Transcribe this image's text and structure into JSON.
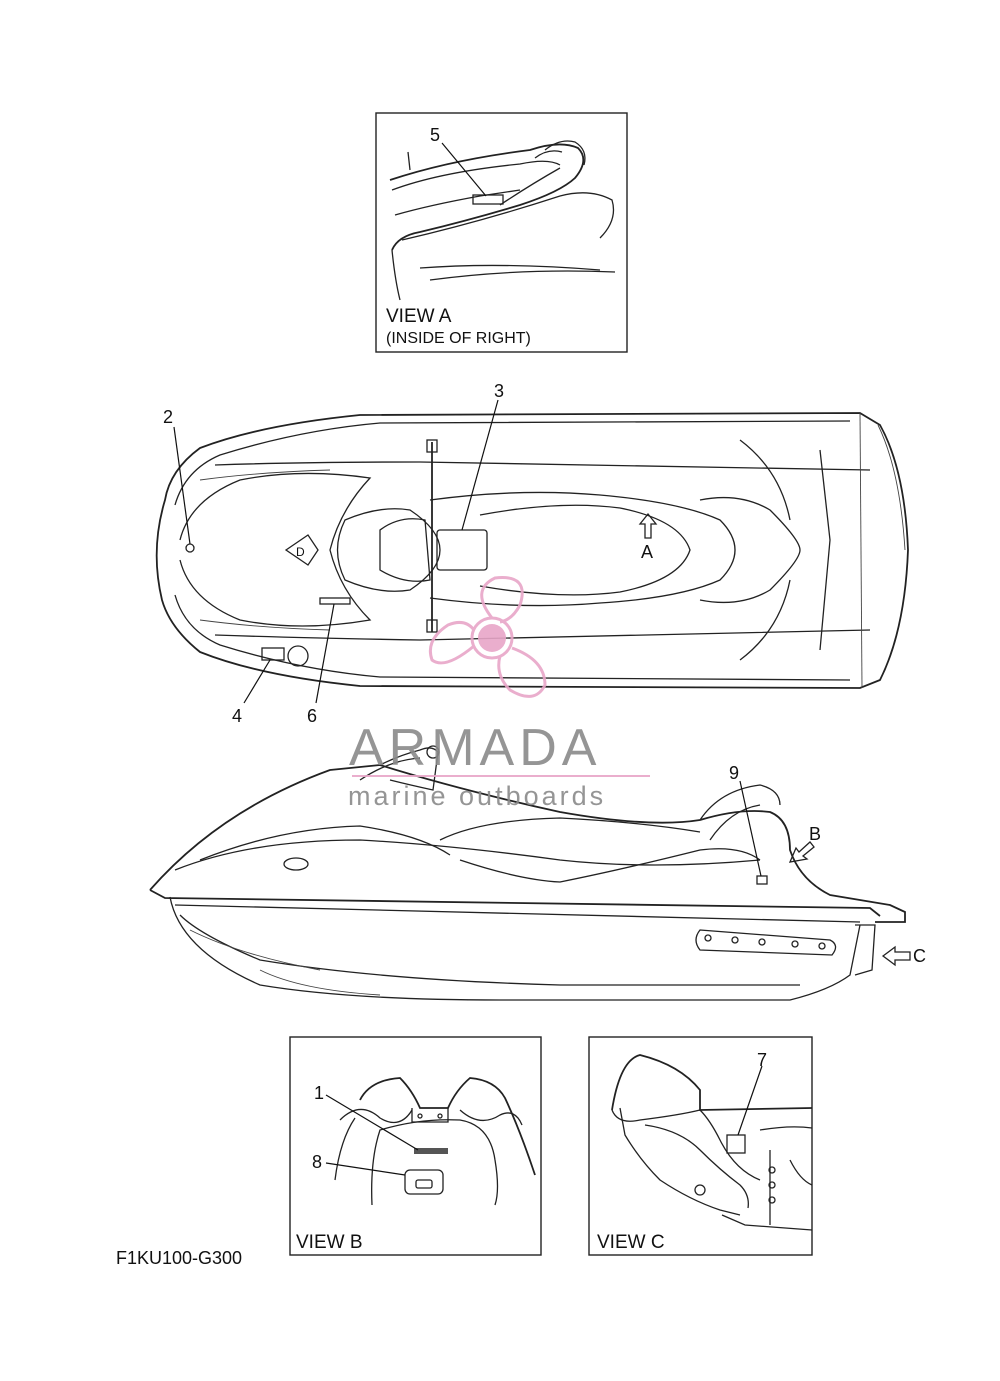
{
  "callouts": {
    "c1": "1",
    "c2": "2",
    "c3": "3",
    "c4": "4",
    "c5": "5",
    "c6": "6",
    "c7": "7",
    "c8": "8",
    "c9": "9"
  },
  "arrows": {
    "a": "A",
    "b": "B",
    "c": "C"
  },
  "views": {
    "view_a_title": "VIEW A",
    "view_a_sub": "(INSIDE OF RIGHT)",
    "view_b_title": "VIEW B",
    "view_c_title": "VIEW C"
  },
  "figure_code": "F1KU100-G300",
  "watermark": {
    "brand": "ARMADA",
    "tagline": "marine outboards",
    "color": "#e8a6c8",
    "icon": "propeller-logo-icon"
  }
}
